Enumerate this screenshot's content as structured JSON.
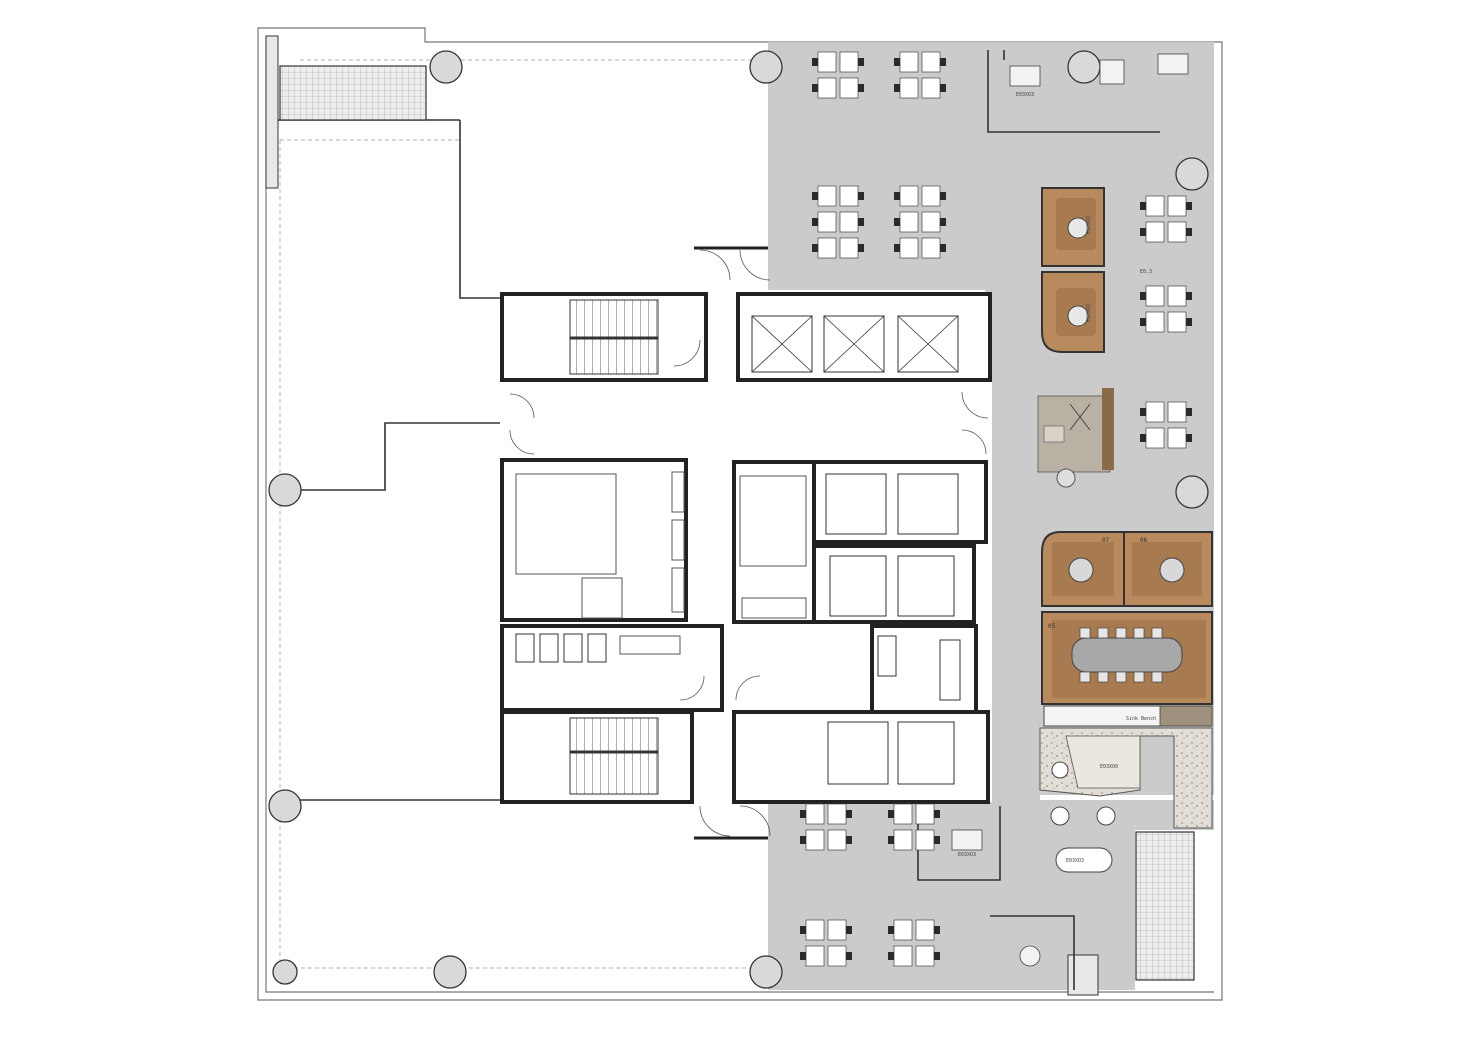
{
  "drawing": {
    "colors": {
      "wall": "#222222",
      "core_fill": "#ffffff",
      "office_floor": "#c9c9c9",
      "wood_room": "#b98a5e",
      "terrace_grid": "#e6e6e6",
      "column": "#d8d8d8",
      "outline": "#777777"
    },
    "labels": {
      "wood_room_1": "E03XO3",
      "wood_room_2": "E03XO3",
      "small_room_a": "07",
      "small_room_b": "06",
      "meeting_room": "05",
      "lounge_label": "E03XO0",
      "long_table_label": "E03XO3",
      "corner_office_top": "E03XO3",
      "corner_office_bottom": "E03XO3",
      "desk_group_code": "E0.3",
      "bench_label": "Sink Bench"
    }
  }
}
